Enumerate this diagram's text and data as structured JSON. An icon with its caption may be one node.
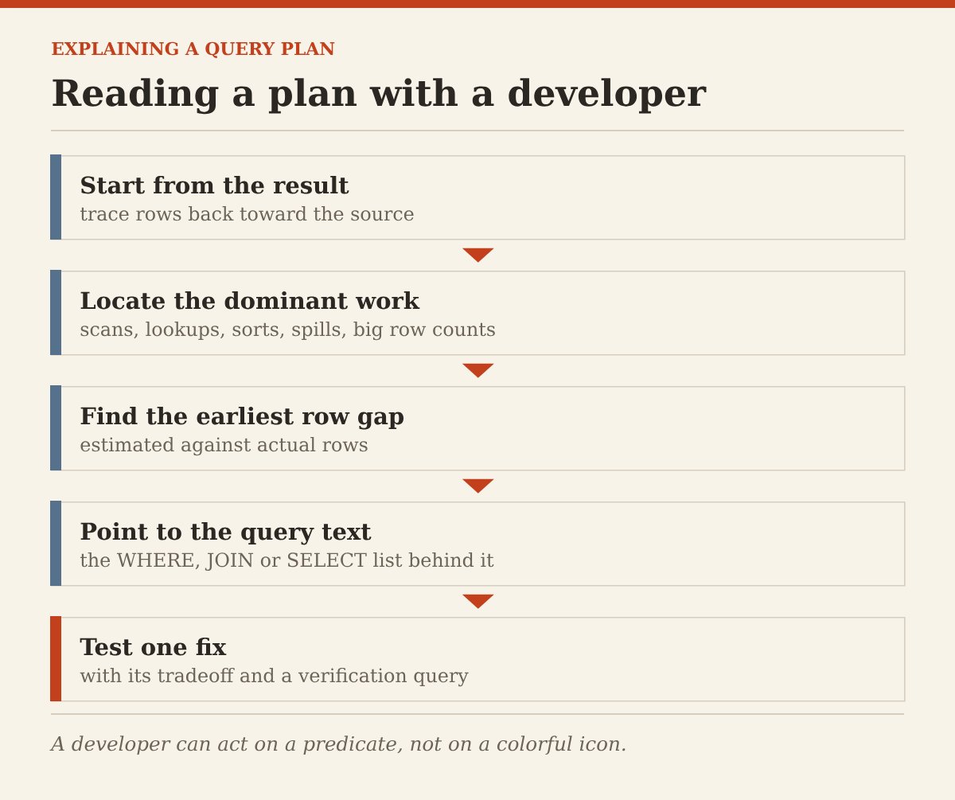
{
  "diagram": {
    "title": "Reading a plan with a developer",
    "caption": "A developer can act on a predicate, not on a colorful icon.",
    "nodes": [
      {
        "text": [
          "Start from the result",
          "trace rows back toward the source"
        ]
      },
      {
        "text": [
          "Locate the dominant work",
          "scans, lookups, sorts, spills, big row counts"
        ]
      },
      {
        "text": [
          "Find the earliest row gap",
          "estimated against actual rows"
        ]
      },
      {
        "text": [
          "Point to the query text",
          "the WHERE, JOIN or SELECT list behind it"
        ]
      },
      {
        "text": [
          "Test one fix",
          "with its tradeoff and a verification query"
        ]
      }
    ],
    "edges": [
      {
        "from": 0,
        "to": 1,
        "arrow": "to"
      },
      {
        "from": 1,
        "to": 2,
        "arrow": "to"
      },
      {
        "from": 2,
        "to": 3,
        "arrow": "to"
      },
      {
        "from": 3,
        "to": 4,
        "arrow": "to"
      }
    ],
    "labels": [
      "EXPLAINING A QUERY PLAN"
    ]
  }
}
